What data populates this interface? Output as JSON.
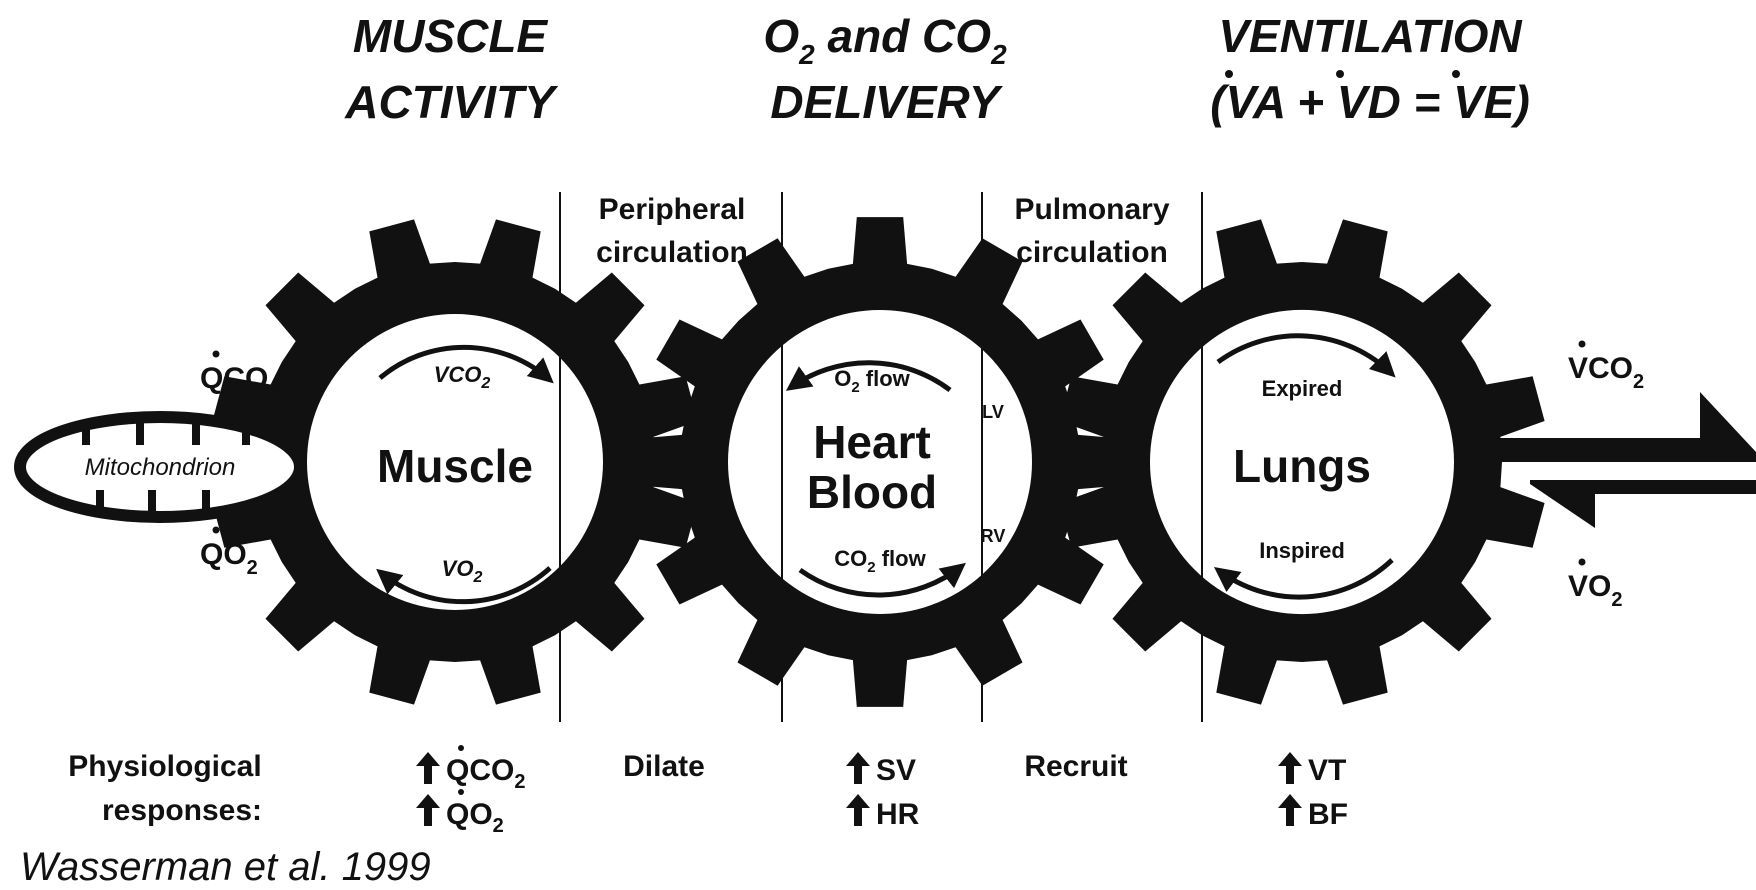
{
  "headers": {
    "muscle_activity": [
      "MUSCLE",
      "ACTIVITY"
    ],
    "delivery": {
      "line1_pre": "O",
      "line1_sub1": "2",
      "line1_mid": " and CO",
      "line1_sub2": "2",
      "line2": "DELIVERY"
    },
    "ventilation": {
      "line1": "VENTILATION",
      "line2": "(VA + VD = VE)"
    }
  },
  "sections": {
    "peripheral": [
      "Peripheral",
      "circulation"
    ],
    "pulmonary": [
      "Pulmonary",
      "circulation"
    ]
  },
  "gears": {
    "muscle": {
      "label": "Muscle",
      "top_arrow": "VCO",
      "top_sub": "2",
      "bottom_arrow": "VO",
      "bottom_sub": "2"
    },
    "heart": {
      "label1": "Heart",
      "label2": "Blood",
      "top_arrow": "O",
      "top_sub": "2",
      "top_rest": " flow",
      "bottom_arrow": "CO",
      "bottom_sub": "2",
      "bottom_rest": " flow",
      "lv": "LV",
      "rv": "RV"
    },
    "lungs": {
      "label": "Lungs",
      "top_arrow": "Expired",
      "bottom_arrow": "Inspired"
    }
  },
  "mitochondrion": {
    "label": "Mitochondrion",
    "qco2": "QCO",
    "qo2": "QO",
    "sub": "2"
  },
  "outflow": {
    "vco2": "VCO",
    "vo2": "VO",
    "sub": "2"
  },
  "responses": {
    "title1": "Physiological",
    "title2": "responses:",
    "muscle": [
      {
        "text": "QCO",
        "sub": "2"
      },
      {
        "text": "QO",
        "sub": "2"
      }
    ],
    "peripheral": "Dilate",
    "heart": [
      "SV",
      "HR"
    ],
    "pulmonary": "Recruit",
    "lungs": [
      "VT",
      "BF"
    ]
  },
  "citation": "Wasserman et al. 1999"
}
